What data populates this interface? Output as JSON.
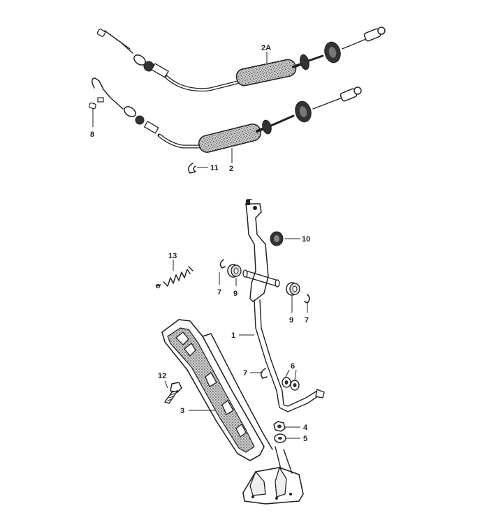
{
  "callouts": {
    "c2a": "2A",
    "c8": "8",
    "c11": "11",
    "c2": "2",
    "c10": "10",
    "c13": "13",
    "c7a": "7",
    "c9a": "9",
    "c9b": "9",
    "c7b": "7",
    "c1": "1",
    "c7c": "7",
    "c6": "6",
    "c12": "12",
    "c3": "3",
    "c4": "4",
    "c5": "5"
  },
  "colors": {
    "ink": "#222222",
    "paper": "#ffffff",
    "sleeve": "#555555"
  }
}
